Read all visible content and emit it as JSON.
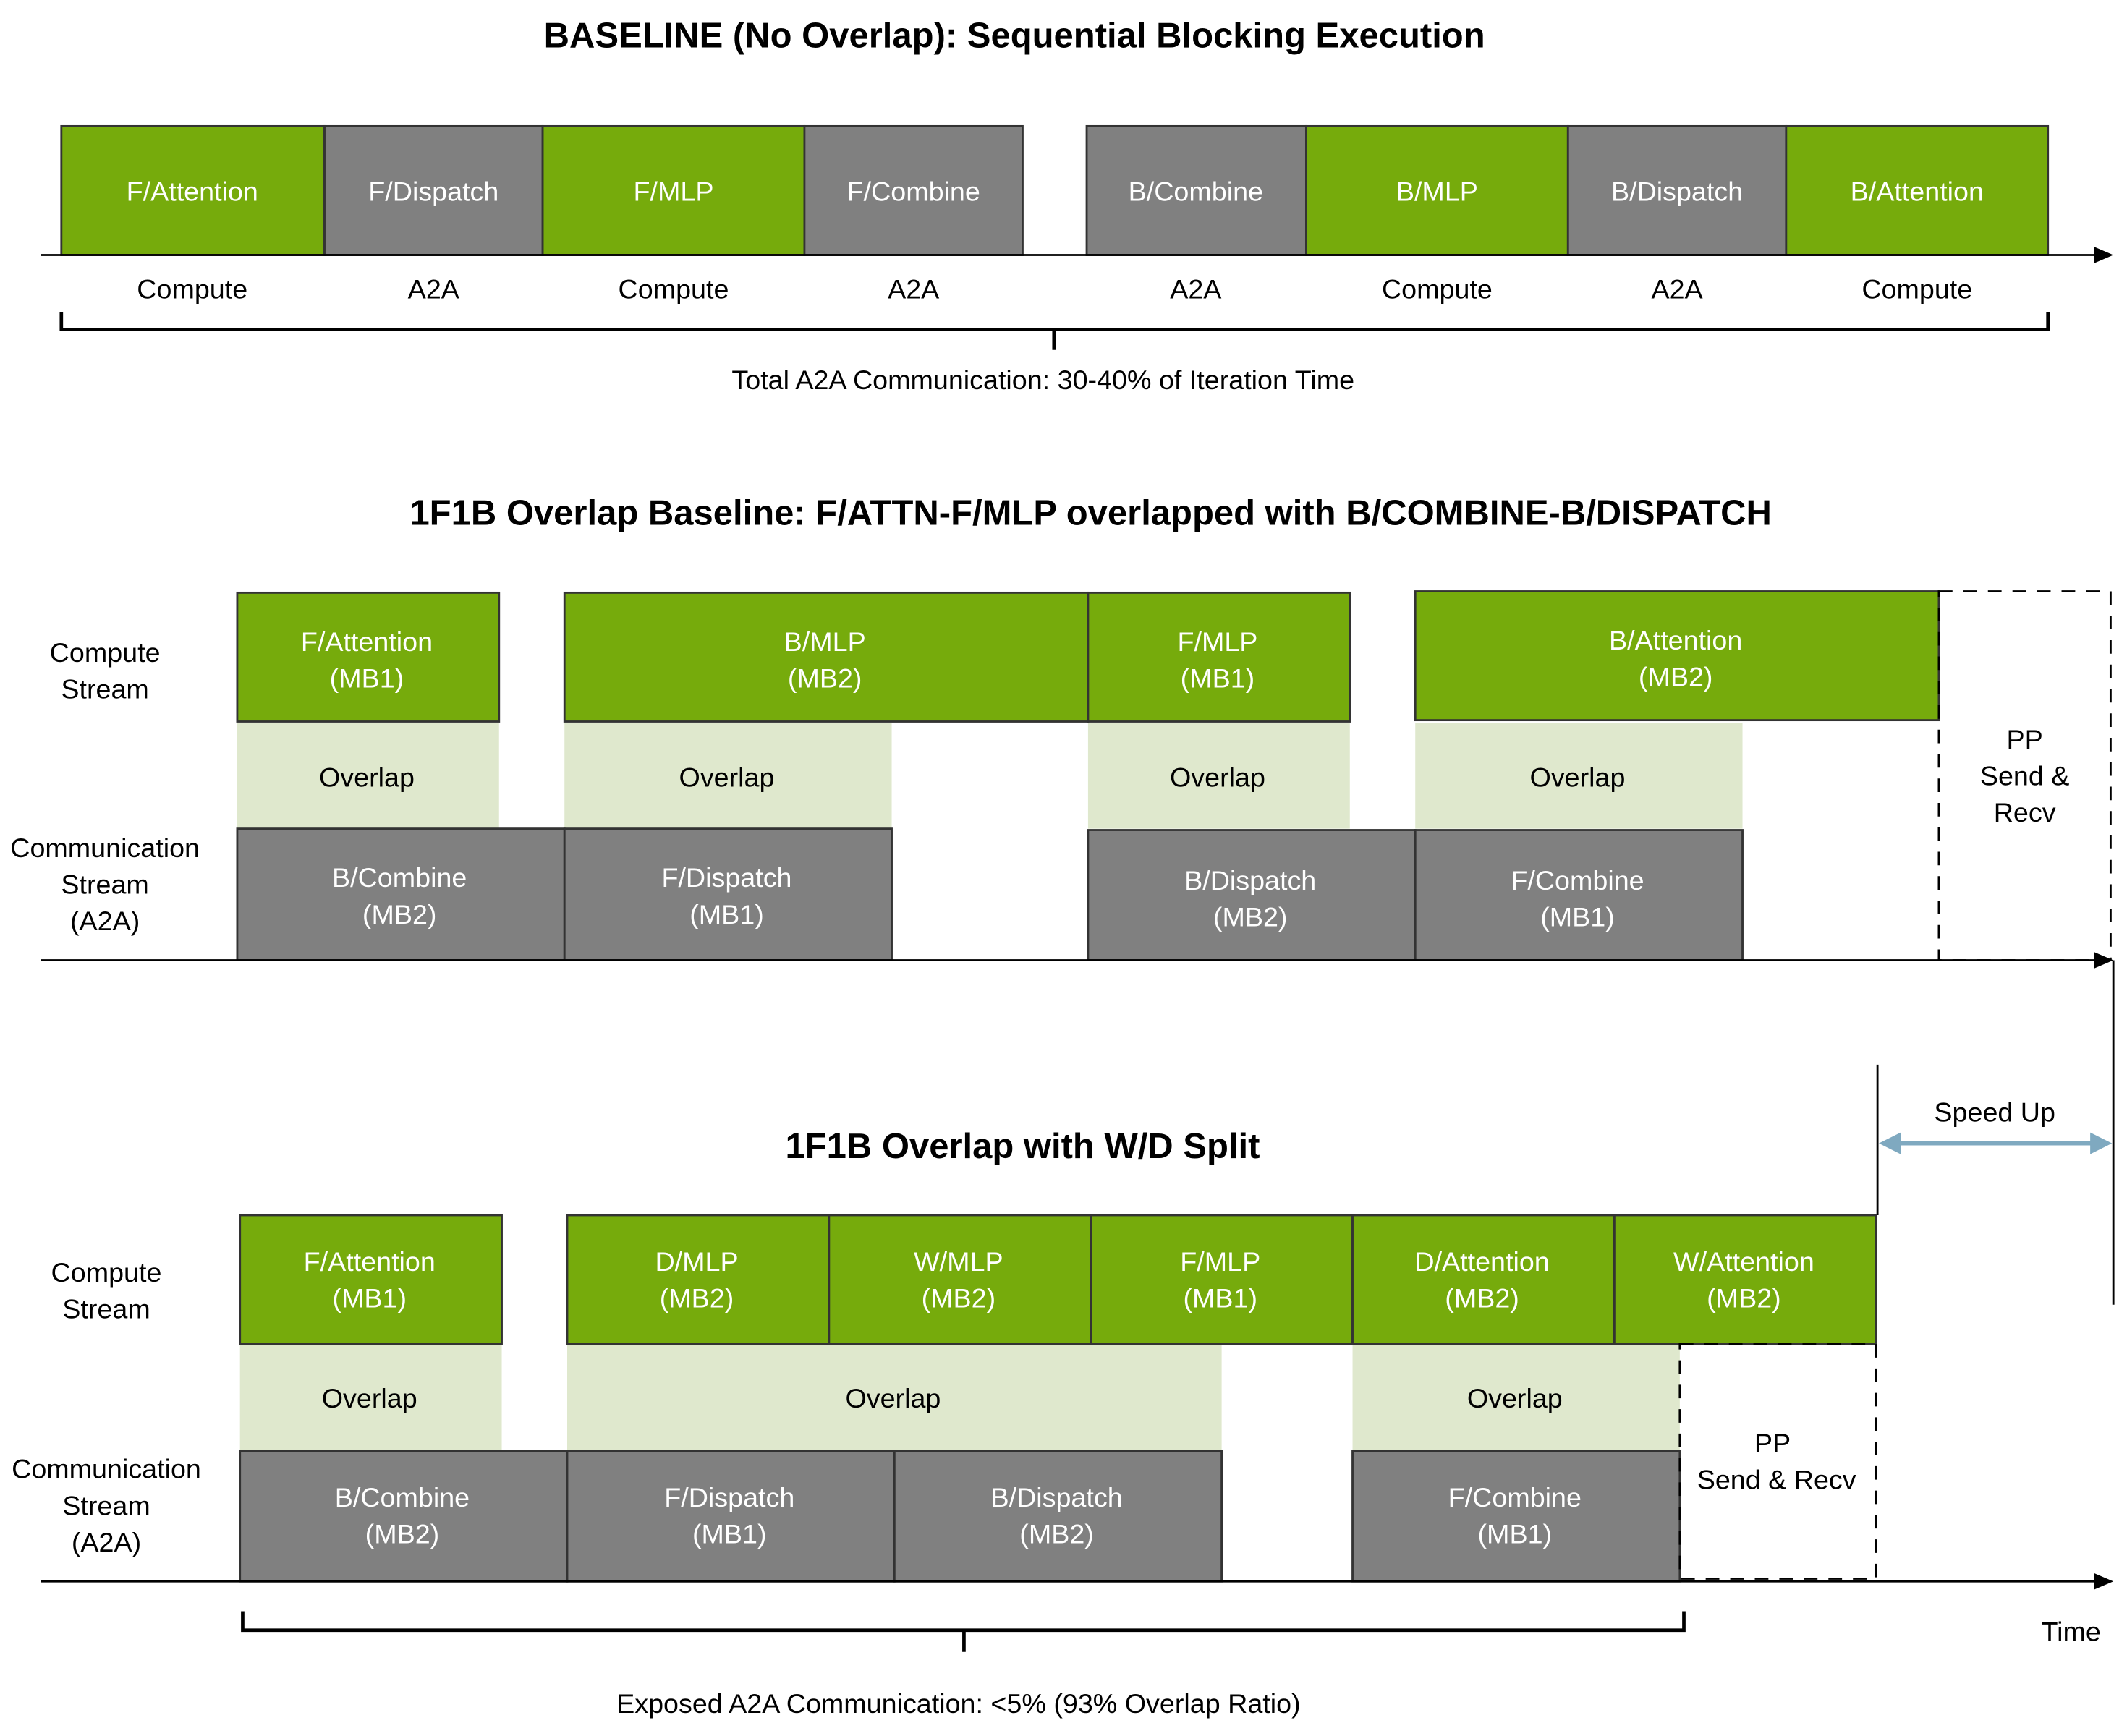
{
  "colors": {
    "compute": "#76ab0c",
    "comm": "#808080",
    "overlap": "#dfe8cd",
    "axis": "#000000",
    "speedup_arrow": "#7fa9c0"
  },
  "baseline": {
    "title": "BASELINE (No Overlap): Sequential Blocking Execution",
    "blocks": [
      {
        "label": "F/Attention",
        "kind": "compute",
        "category": "Compute"
      },
      {
        "label": "F/Dispatch",
        "kind": "comm",
        "category": "A2A"
      },
      {
        "label": "F/MLP",
        "kind": "compute",
        "category": "Compute"
      },
      {
        "label": "F/Combine",
        "kind": "comm",
        "category": "A2A"
      },
      {
        "label": "B/Combine",
        "kind": "comm",
        "category": "A2A"
      },
      {
        "label": "B/MLP",
        "kind": "compute",
        "category": "Compute"
      },
      {
        "label": "B/Dispatch",
        "kind": "comm",
        "category": "A2A"
      },
      {
        "label": "B/Attention",
        "kind": "compute",
        "category": "Compute"
      }
    ],
    "brace_label": "Total A2A Communication: 30-40% of Iteration Time"
  },
  "overlap": {
    "title": "1F1B Overlap Baseline: F/ATTN-F/MLP overlapped with B/COMBINE-B/DISPATCH",
    "row_compute": [
      "Compute",
      "Stream"
    ],
    "row_comm": [
      "Communication",
      "Stream",
      "(A2A)"
    ],
    "compute_blocks": [
      {
        "line1": "F/Attention",
        "line2": "(MB1)"
      },
      {
        "line1": "B/MLP",
        "line2": "(MB2)"
      },
      {
        "line1": "F/MLP",
        "line2": "(MB1)"
      },
      {
        "line1": "B/Attention",
        "line2": "(MB2)"
      }
    ],
    "overlap_label": "Overlap",
    "comm_blocks": [
      {
        "line1": "B/Combine",
        "line2": "(MB2)"
      },
      {
        "line1": "F/Dispatch",
        "line2": "(MB1)"
      },
      {
        "line1": "B/Dispatch",
        "line2": "(MB2)"
      },
      {
        "line1": "F/Combine",
        "line2": "(MB1)"
      }
    ],
    "pp_box": [
      "PP",
      "Send &",
      "Recv"
    ]
  },
  "speedup_label": "Speed Up",
  "wd_split": {
    "title": "1F1B Overlap with W/D Split",
    "row_compute": [
      "Compute",
      "Stream"
    ],
    "row_comm": [
      "Communication",
      "Stream",
      "(A2A)"
    ],
    "compute_blocks": [
      {
        "line1": "F/Attention",
        "line2": "(MB1)"
      },
      {
        "line1": "D/MLP",
        "line2": "(MB2)"
      },
      {
        "line1": "W/MLP",
        "line2": "(MB2)"
      },
      {
        "line1": "F/MLP",
        "line2": "(MB1)"
      },
      {
        "line1": "D/Attention",
        "line2": "(MB2)"
      },
      {
        "line1": "W/Attention",
        "line2": "(MB2)"
      }
    ],
    "overlap_label": "Overlap",
    "comm_blocks": [
      {
        "line1": "B/Combine",
        "line2": "(MB2)"
      },
      {
        "line1": "F/Dispatch",
        "line2": "(MB1)"
      },
      {
        "line1": "B/Dispatch",
        "line2": "(MB2)"
      },
      {
        "line1": "F/Combine",
        "line2": "(MB1)"
      }
    ],
    "pp_box": [
      "PP",
      "Send & Recv"
    ],
    "axis_label": "Time",
    "brace_label": "Exposed A2A Communication: <5% (93% Overlap Ratio)"
  }
}
